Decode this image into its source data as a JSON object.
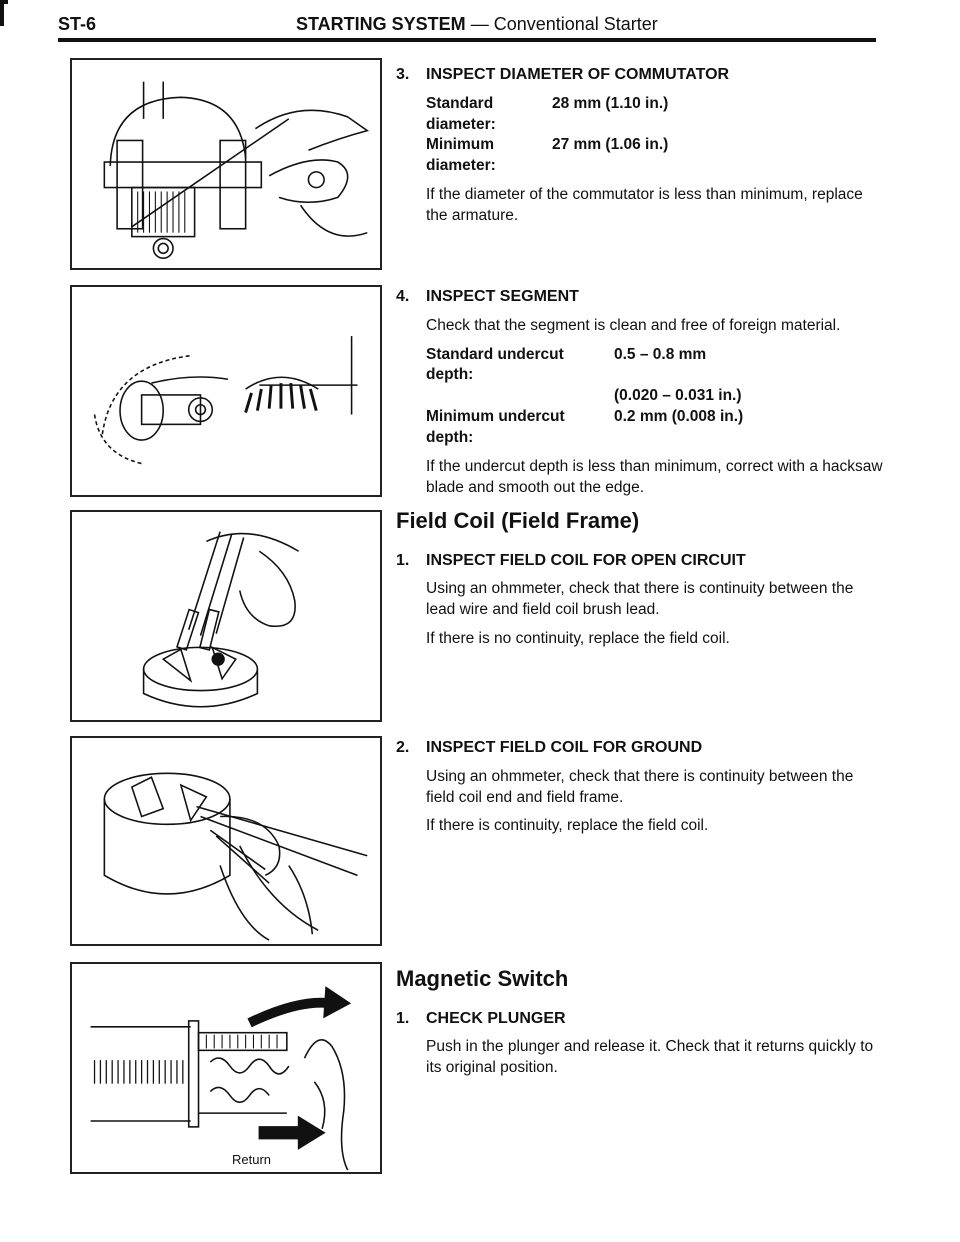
{
  "header": {
    "page_code": "ST-6",
    "section_strong": "STARTING SYSTEM",
    "section_rest": " — Conventional Starter"
  },
  "figures": {
    "return_label": "Return"
  },
  "commutator": {
    "number": "3.",
    "title": "INSPECT DIAMETER OF COMMUTATOR",
    "std_label": "Standard diameter:",
    "std_value": "28 mm (1.10 in.)",
    "min_label": "Minimum diameter:",
    "min_value": "27 mm (1.06 in.)",
    "note": "If the diameter of the commutator is less than minimum, replace the armature."
  },
  "segment": {
    "number": "4.",
    "title": "INSPECT SEGMENT",
    "check": "Check that the segment is clean and free of foreign material.",
    "std_label": "Standard undercut depth:",
    "std_value_1": "0.5 – 0.8 mm",
    "std_value_2": "(0.020 – 0.031 in.)",
    "min_label": "Minimum undercut depth:",
    "min_value": "0.2 mm (0.008 in.)",
    "note": "If the undercut depth is less than minimum, correct with a hacksaw blade and smooth out the edge."
  },
  "field_coil": {
    "heading": "Field Coil (Field Frame)",
    "open": {
      "number": "1.",
      "title": "INSPECT FIELD COIL FOR OPEN CIRCUIT",
      "check": "Using an ohmmeter, check that there is continuity between the lead wire and field coil brush lead.",
      "note": "If there is no continuity, replace the field coil."
    },
    "ground": {
      "number": "2.",
      "title": "INSPECT FIELD COIL FOR GROUND",
      "check": "Using an ohmmeter, check that there is continuity between the field coil end and field frame.",
      "note": "If there is continuity, replace the field coil."
    }
  },
  "magnetic_switch": {
    "heading": "Magnetic Switch",
    "number": "1.",
    "title": "CHECK PLUNGER",
    "check": "Push in the plunger and release it. Check that it returns quickly to its original position."
  }
}
